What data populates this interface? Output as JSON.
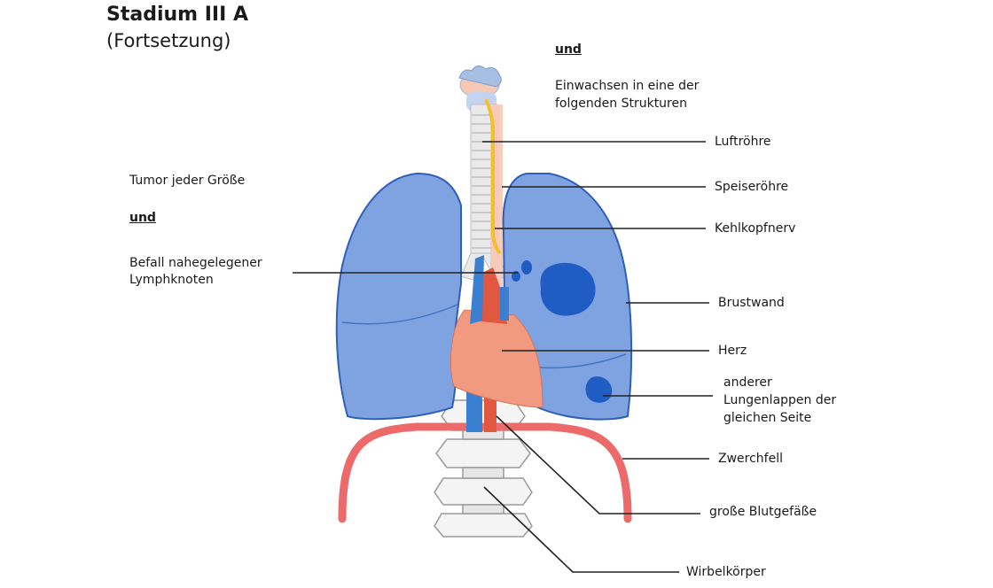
{
  "title": "Stadium III A",
  "subtitle": "(Fortsetzung)",
  "left": {
    "tumor": "Tumor jeder Größe",
    "und": "und",
    "befall_line1": "Befall nahegelegener",
    "befall_line2": "Lymphknoten"
  },
  "right": {
    "und": "und",
    "einwachsen_line1": "Einwachsen in eine der",
    "einwachsen_line2": "folgenden Strukturen"
  },
  "labels": {
    "luftroehre": "Luftröhre",
    "speiseroehre": "Speiseröhre",
    "kehlkopfnerv": "Kehlkopfnerv",
    "brustwand": "Brustwand",
    "herz": "Herz",
    "lungenlappen_line1": "anderer",
    "lungenlappen_line2": "Lungenlappen der",
    "lungenlappen_line3": "gleichen Seite",
    "zwerchfell": "Zwerchfell",
    "blutgefaesse": "große Blutgefäße",
    "wirbelkoerper": "Wirbelkörper"
  },
  "colors": {
    "lung": "#7ea3e0",
    "lung_stroke": "#2f5fb8",
    "tumor": "#1f5cc4",
    "heart": "#f29a80",
    "artery": "#e2573f",
    "vein": "#3a7fd0",
    "diaphragm": "#ec6a6a",
    "nerve": "#f3c02c",
    "trachea": "#e9e9e9",
    "bone": "#f4f4f4"
  }
}
